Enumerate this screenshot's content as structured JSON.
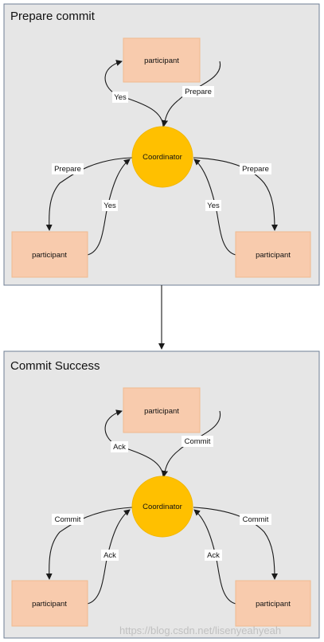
{
  "panels": [
    {
      "title": "Prepare commit",
      "top_node": "participant",
      "left_node": "participant",
      "right_node": "participant",
      "coordinator": "Coordinator",
      "edges": {
        "top_out": "Prepare",
        "top_in": "Yes",
        "left_out": "Prepare",
        "left_in": "Yes",
        "right_out": "Prepare",
        "right_in": "Yes"
      }
    },
    {
      "title": "Commit Success",
      "top_node": "participant",
      "left_node": "participant",
      "right_node": "participant",
      "coordinator": "Coordinator",
      "edges": {
        "top_out": "Commit",
        "top_in": "Ack",
        "left_out": "Commit",
        "left_in": "Ack",
        "right_out": "Commit",
        "right_in": "Ack"
      }
    }
  ],
  "watermark": "https://blog.csdn.net/lisenyeahyeah"
}
